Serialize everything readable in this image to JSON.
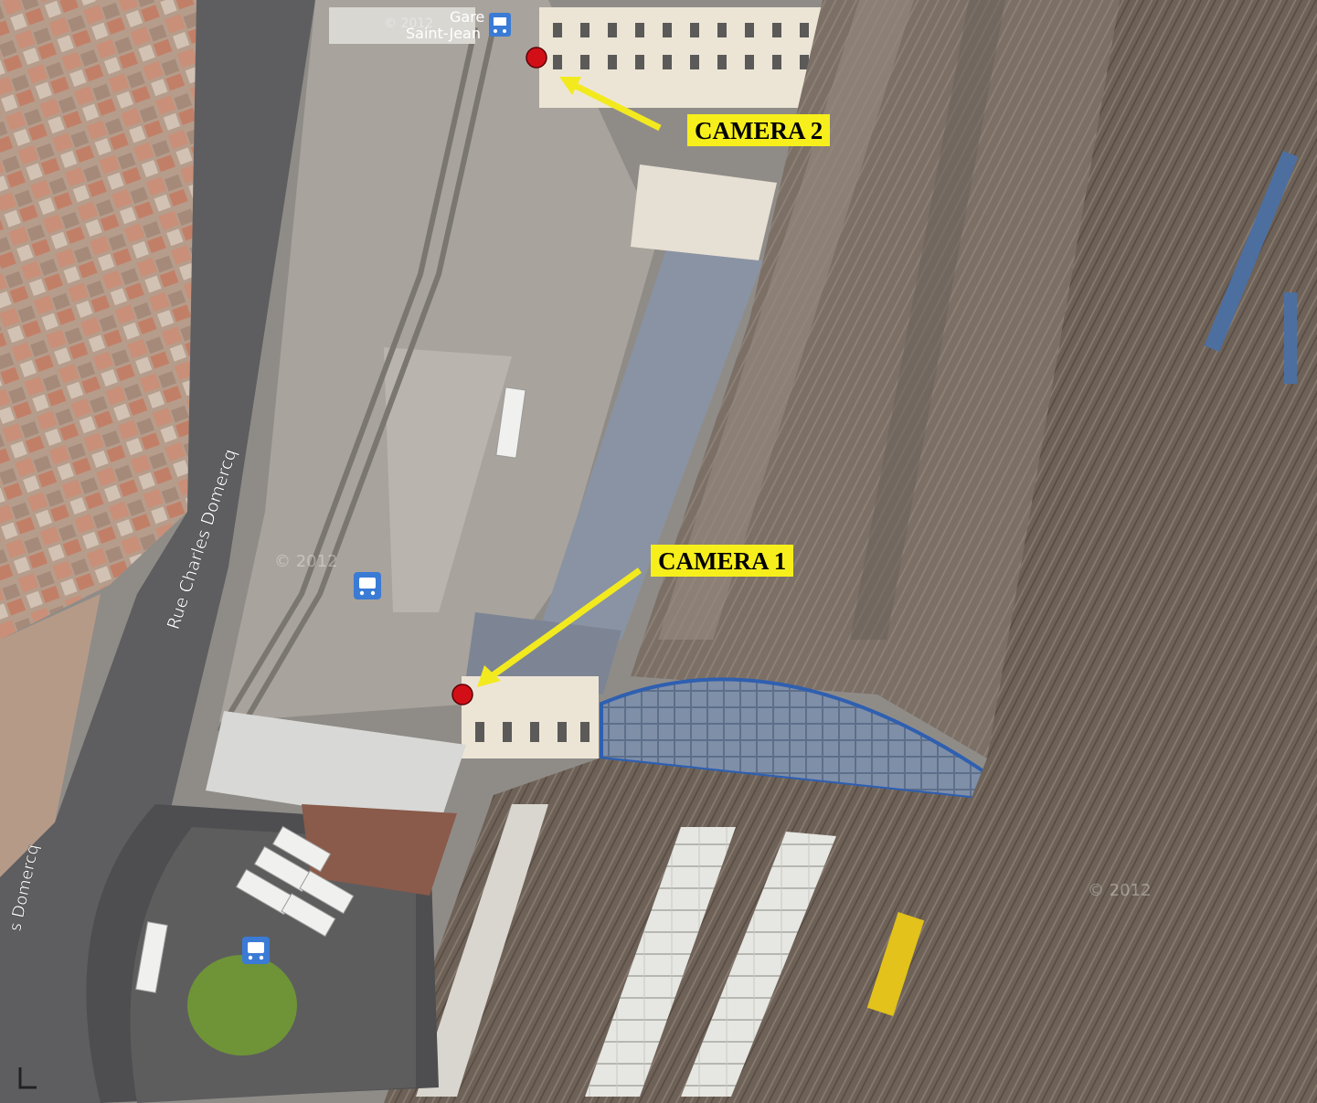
{
  "callouts": {
    "camera2": "CAMERA 2",
    "camera1": "CAMERA 1"
  },
  "map_labels": {
    "station_line1": "Gare",
    "station_line2": "Saint-Jean",
    "street_main": "Rue Charles Domercq",
    "street_curve": "s Domercq",
    "watermark_1": "© 2012",
    "watermark_2": "© 2012",
    "watermark_3": "© 2012"
  },
  "icons": {
    "tram": "tram-icon",
    "bus": "bus-icon",
    "camera_marker": "red-dot-marker"
  },
  "colors": {
    "callout_bg": "#f7ef1b",
    "arrow": "#f2ea1e",
    "marker": "#d20f17",
    "poi_icon_bg": "#3a7bd5"
  }
}
